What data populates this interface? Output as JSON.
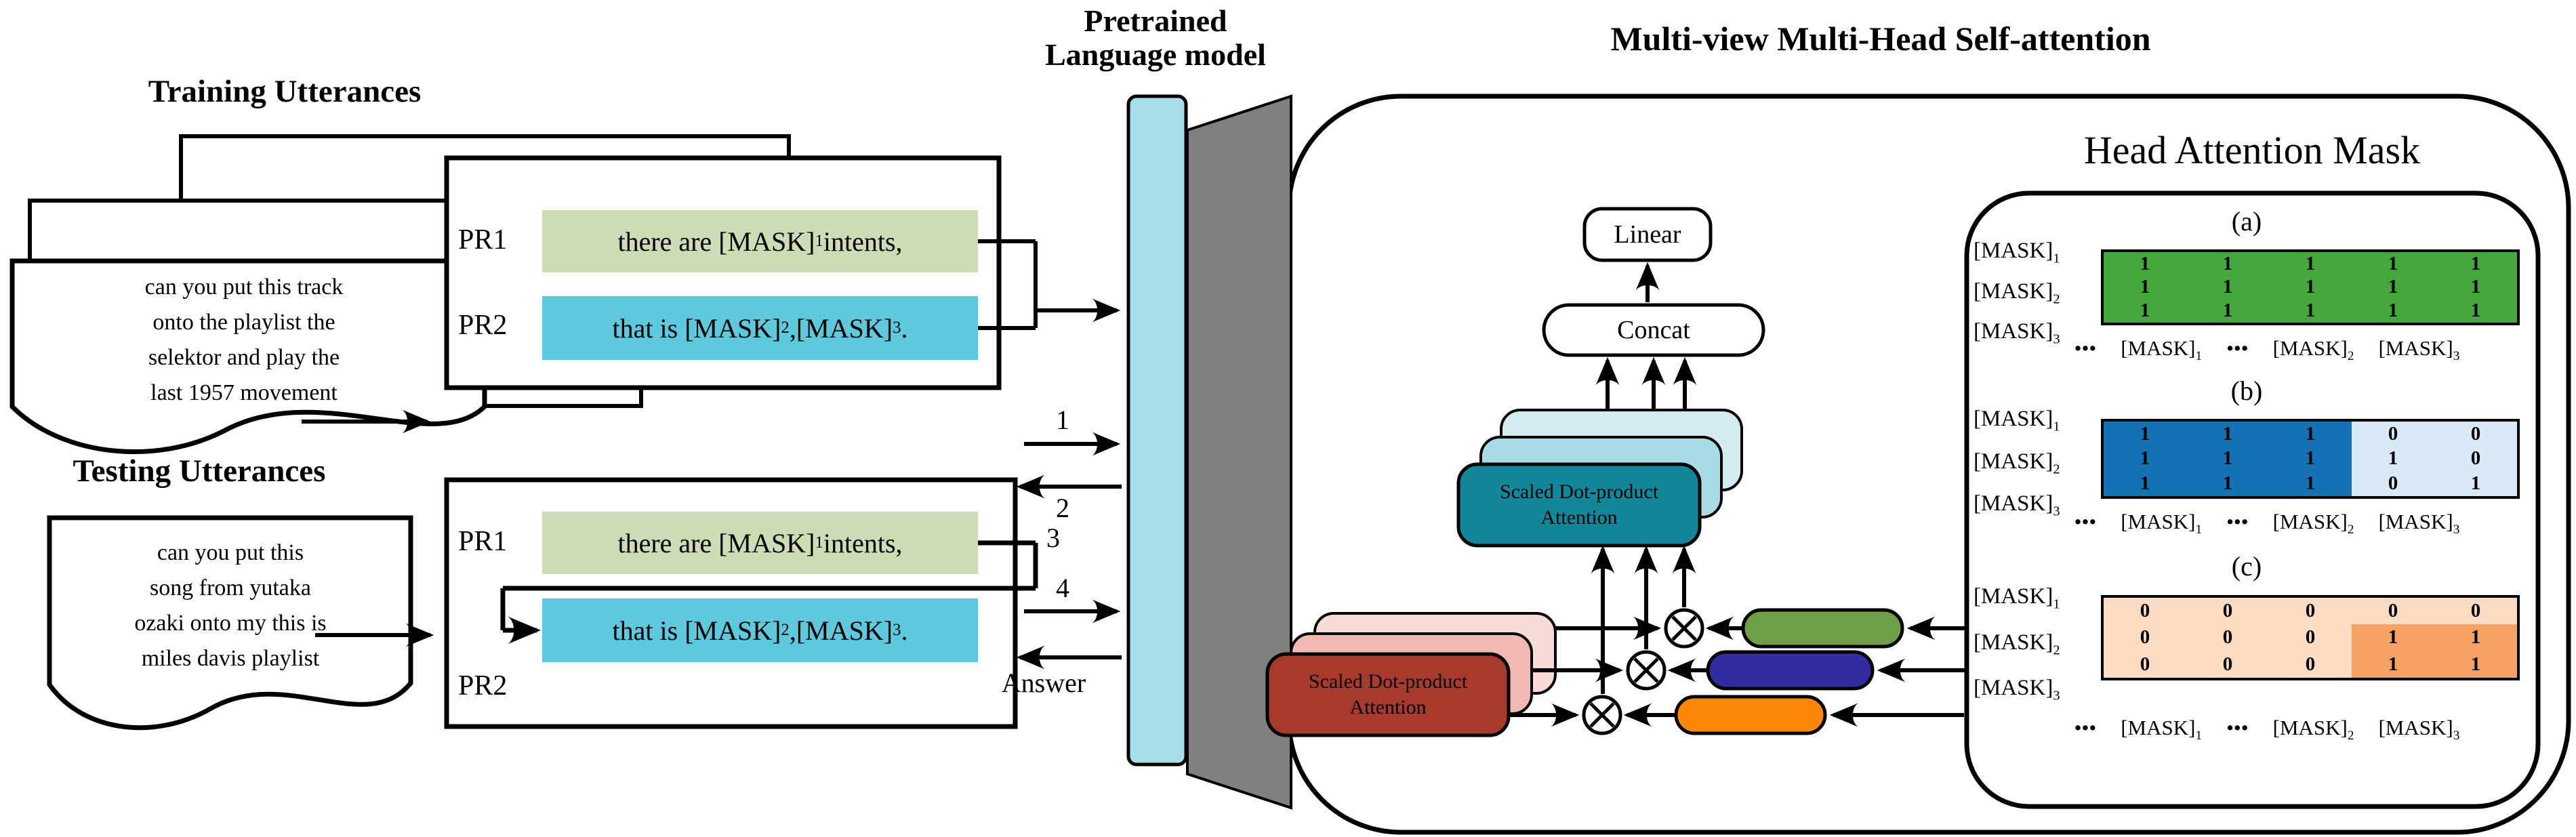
{
  "training": {
    "title": "Training Utterances",
    "doc_lines": [
      "can you put this track",
      "onto the playlist the",
      "selektor and play the",
      "last 1957 movement"
    ]
  },
  "testing": {
    "title": "Testing Utterances",
    "doc_lines": [
      "can you put this",
      "song from  yutaka",
      "ozaki onto my this is",
      "miles davis playlist"
    ]
  },
  "pr": {
    "pr1_label": "PR1",
    "pr2_label": "PR2",
    "row1": {
      "t1": "there are [MASK]",
      "s1": "1",
      "t2": "intents,"
    },
    "row2": {
      "t1": "that is [MASK]",
      "s1": "2",
      "t2": ",[MASK]",
      "s2": "3",
      "t3": "."
    }
  },
  "lm": {
    "title_line1": "Pretrained",
    "title_line2": "Language model"
  },
  "flow": {
    "step1": "1",
    "step2": "2",
    "step3": "3",
    "step4": "4",
    "answer": "Answer"
  },
  "attention": {
    "title": "Multi-view Multi-Head Self-attention",
    "linear_label": "Linear",
    "concat_label": "Concat",
    "sdpa_line1": "Scaled Dot-product",
    "sdpa_line2": "Attention"
  },
  "mask_panel": {
    "title": "Head Attention Mask",
    "mask_token": "[MASK]",
    "subs": [
      "1",
      "2",
      "3"
    ],
    "dots": "•••",
    "col_pattern": [
      "dots",
      "0",
      "dots",
      "1",
      "2"
    ],
    "matrices": [
      {
        "label": "(a)",
        "default_color": "#44a83e",
        "zones": [],
        "values": [
          [
            1,
            1,
            1,
            1,
            1
          ],
          [
            1,
            1,
            1,
            1,
            1
          ],
          [
            1,
            1,
            1,
            1,
            1
          ]
        ]
      },
      {
        "label": "(b)",
        "default_color": "#d9eaf7",
        "zones": [
          {
            "r0": 0,
            "r1": 2,
            "c0": 0,
            "c1": 2,
            "color": "#1272b4"
          }
        ],
        "values": [
          [
            1,
            1,
            1,
            0,
            0
          ],
          [
            1,
            1,
            1,
            1,
            0
          ],
          [
            1,
            1,
            1,
            0,
            1
          ]
        ]
      },
      {
        "label": "(c)",
        "default_color": "#fbdcc3",
        "zones": [
          {
            "r0": 1,
            "r1": 2,
            "c0": 3,
            "c1": 4,
            "color": "#f7a265"
          }
        ],
        "values": [
          [
            0,
            0,
            0,
            0,
            0
          ],
          [
            0,
            0,
            0,
            1,
            1
          ],
          [
            0,
            0,
            0,
            1,
            1
          ]
        ]
      }
    ]
  },
  "colors": {
    "lm_bar": "#a5dde9",
    "gray_panel": "#808080",
    "pr1_highlight": "#ccdcb4",
    "pr2_highlight": "#5ec8dc",
    "teal_front": "#12879a",
    "teal_mid": "#a9dbe6",
    "teal_back": "#d3ecf2",
    "red_front": "#a73a2d",
    "red_mid": "#f0b9b4",
    "red_back": "#f8dbd8",
    "oval_green": "#6f9e48",
    "oval_navy": "#312da0",
    "oval_orange": "#fc8706"
  }
}
